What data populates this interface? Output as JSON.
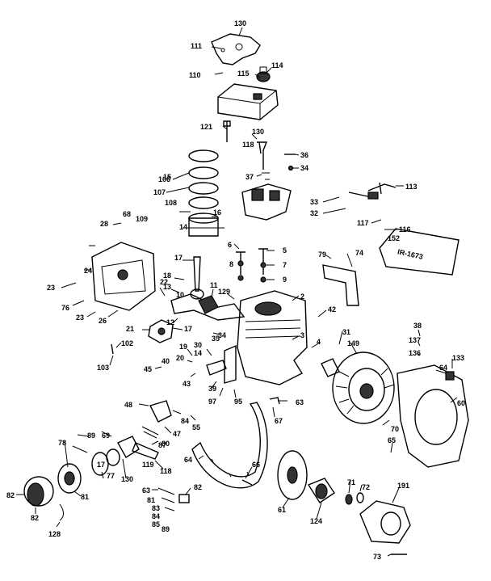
{
  "colors": {
    "ink": "#000000",
    "paper": "#ffffff",
    "part_fill": "#d9d9d9",
    "dark_fill": "#333333"
  },
  "card_text": "IR-1673",
  "callouts": [
    "130",
    "111",
    "114",
    "110",
    "115",
    "121",
    "130",
    "118",
    "36",
    "34",
    "37",
    "113",
    "33",
    "32",
    "117",
    "116",
    "152",
    "106",
    "15",
    "107",
    "108",
    "68",
    "109",
    "16",
    "14",
    "28",
    "6",
    "5",
    "7",
    "9",
    "8",
    "17",
    "79",
    "74",
    "18",
    "13",
    "10",
    "24",
    "22",
    "12",
    "11",
    "129",
    "2",
    "23",
    "76",
    "23",
    "26",
    "42",
    "21",
    "17",
    "3",
    "4",
    "34",
    "31",
    "149",
    "38",
    "137",
    "136",
    "102",
    "103",
    "19",
    "20",
    "30",
    "14",
    "45",
    "40",
    "43",
    "133",
    "64",
    "60",
    "35",
    "39",
    "97",
    "95",
    "63",
    "67",
    "48",
    "84",
    "47",
    "55",
    "70",
    "89",
    "69",
    "80",
    "87",
    "119",
    "118",
    "130",
    "64",
    "66",
    "65",
    "78",
    "77",
    "61",
    "71",
    "72",
    "191",
    "17",
    "81",
    "82",
    "124",
    "63",
    "81",
    "82",
    "83",
    "84",
    "85",
    "89",
    "82",
    "128",
    "73"
  ]
}
